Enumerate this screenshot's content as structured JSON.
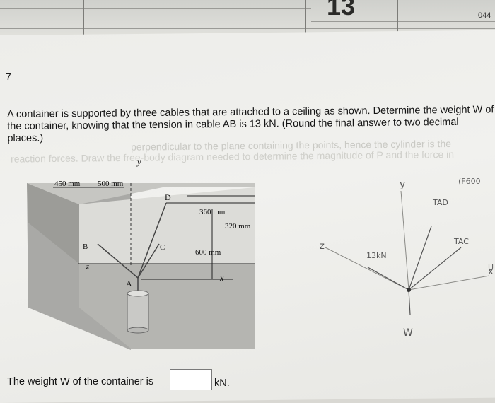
{
  "notebook": {
    "page_number": "13",
    "corner_number": "044"
  },
  "question": {
    "number": "7",
    "text": "A container is supported by three cables that are attached to a ceiling as shown. Determine the weight W of the container, knowing that the tension in cable AB is 13 kN. (Round the final answer to two decimal places.)",
    "faded_background_text_1": "perpendicular to the plane containing the points, hence the cylinder is the",
    "faded_background_text_2": "reaction forces. Draw the free-body diagram needed to determine the magnitude of P and the force in"
  },
  "diagram": {
    "dim_450": "450 mm",
    "dim_500": "500 mm",
    "dim_360": "360 mm",
    "dim_320": "320 mm",
    "dim_600": "600 mm",
    "label_y": "y",
    "label_x": "x",
    "label_z": "z",
    "label_A": "A",
    "label_B": "B",
    "label_C": "C",
    "label_D": "D"
  },
  "handwritten": {
    "label_y": "y",
    "label_z": "z",
    "label_x": "x",
    "t_ab": "13kN",
    "t_ad": "TAD",
    "t_ac": "TAC",
    "w": "W",
    "note": "(F600",
    "u": "U"
  },
  "answer": {
    "prompt": "The weight W of the container is",
    "value": "",
    "unit": "kN."
  }
}
